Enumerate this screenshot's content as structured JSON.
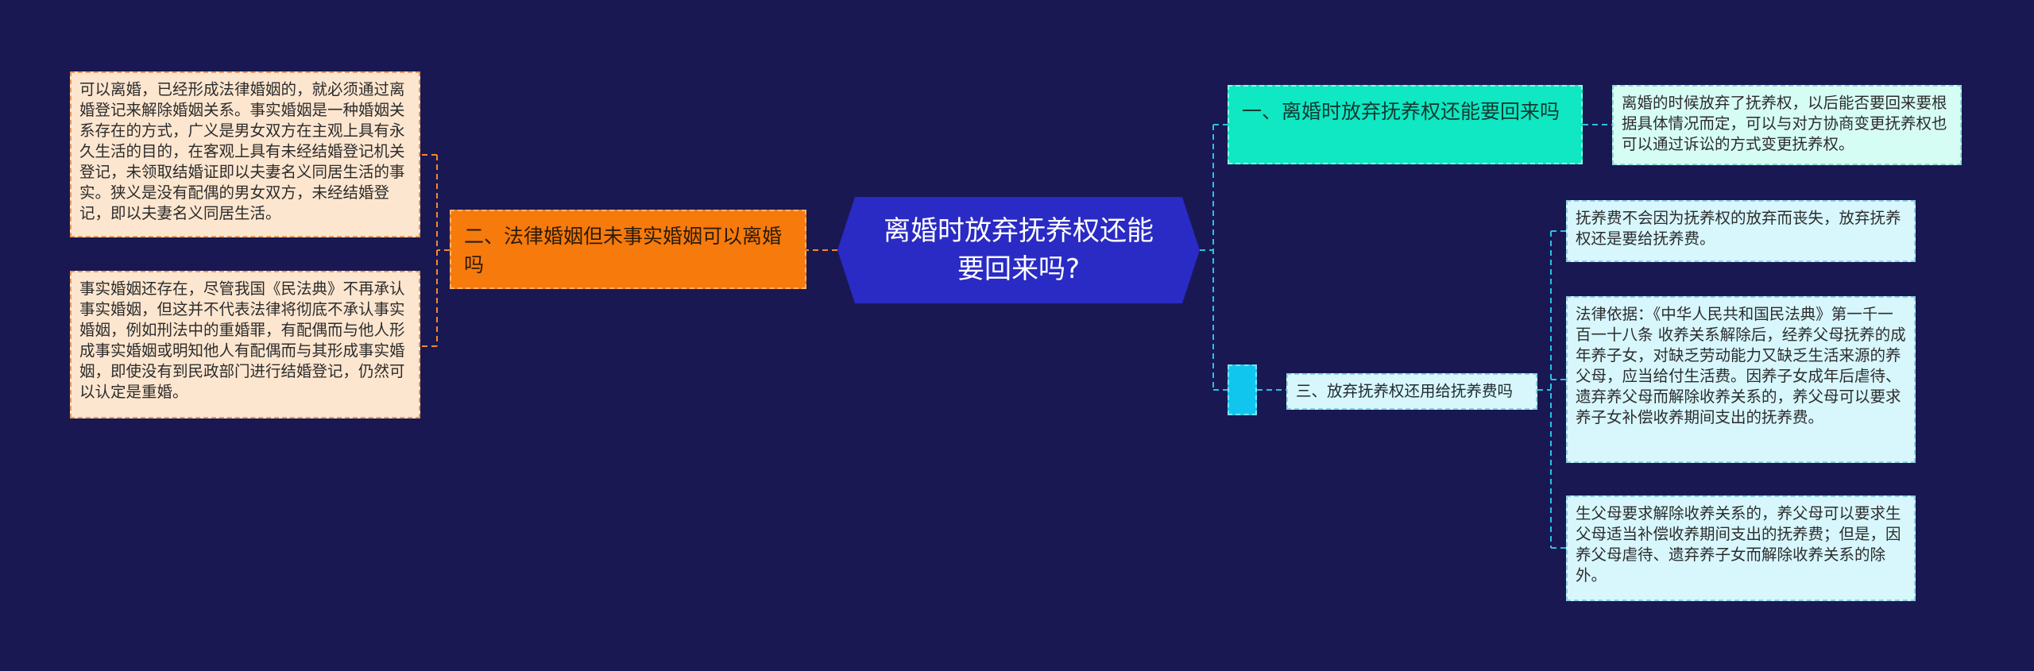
{
  "center": {
    "label": "离婚时放弃抚养权还能要回来吗?"
  },
  "left_branch": {
    "label": "二、法律婚姻但未事实婚姻可以离婚吗",
    "leaves": [
      "可以离婚，已经形成法律婚姻的，就必须通过离婚登记来解除婚姻关系。事实婚姻是一种婚姻关系存在的方式，广义是男女双方在主观上具有永久生活的目的，在客观上具有未经结婚登记机关登记，未领取结婚证即以夫妻名义同居生活的事实。狭义是没有配偶的男女双方，未经结婚登记，即以夫妻名义同居生活。",
      "事实婚姻还存在，尽管我国《民法典》不再承认事实婚姻，但这并不代表法律将彻底不承认事实婚姻，例如刑法中的重婚罪，有配偶而与他人形成事实婚姻或明知他人有配偶而与其形成事实婚姻，即使没有到民政部门进行结婚登记，仍然可以认定是重婚。"
    ]
  },
  "right_branch_1": {
    "label": "一、离婚时放弃抚养权还能要回来吗",
    "leaf": "离婚的时候放弃了抚养权，以后能否要回来要根据具体情况而定，可以与对方协商变更抚养权也可以通过诉讼的方式变更抚养权。"
  },
  "right_branch_2": {
    "label": "三、放弃抚养权还用给抚养费吗",
    "leaves": [
      "抚养费不会因为抚养权的放弃而丧失，放弃抚养权还是要给抚养费。",
      "法律依据：《中华人民共和国民法典》第一千一百一十八条 收养关系解除后，经养父母抚养的成年养子女，对缺乏劳动能力又缺乏生活来源的养父母，应当给付生活费。因养子女成年后虐待、遗弃养父母而解除收养关系的，养父母可以要求养子女补偿收养期间支出的抚养费。",
      "生父母要求解除收养关系的，养父母可以要求生父母适当补偿收养期间支出的抚养费；但是，因养父母虐待、遗弃养子女而解除收养关系的除外。"
    ]
  },
  "colors": {
    "background": "#191853",
    "center": "#2a2ac4",
    "orange": "#f77a0c",
    "teal": "#0fe8c2",
    "cyan": "#11c6ee",
    "left_connector": "#f08a2c",
    "right_connector": "#27c3e0"
  }
}
